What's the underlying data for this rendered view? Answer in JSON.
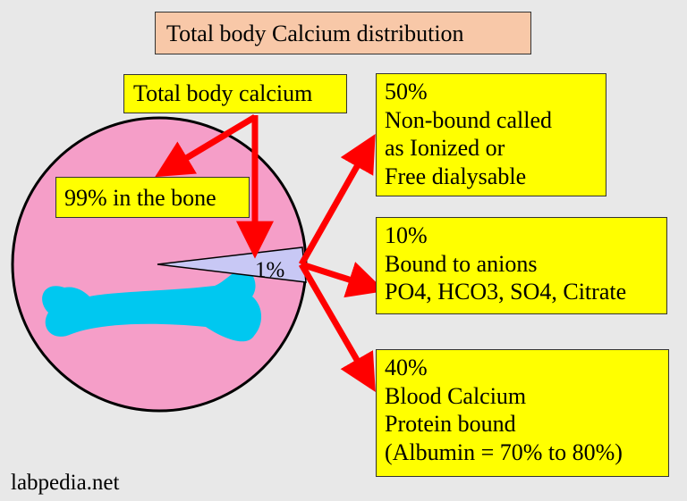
{
  "title": "Total body Calcium distribution",
  "total_label": "Total body calcium",
  "bone_label": "99% in the bone",
  "slice_label": "1%",
  "boxes": [
    {
      "lines": [
        "50%",
        "Non-bound called",
        "as Ionized or",
        "Free dialysable"
      ]
    },
    {
      "lines": [
        "10%",
        "Bound to anions",
        "PO4, HCO3, SO4, Citrate"
      ]
    },
    {
      "lines": [
        "40%",
        "Blood Calcium",
        "Protein bound",
        "(Albumin = 70% to 80%)"
      ]
    }
  ],
  "watermark": "labpedia.net",
  "colors": {
    "background": "#e8e8e8",
    "title_fill": "#f8c8a8",
    "box_fill": "#ffff00",
    "circle_fill": "#f59ec8",
    "bone_fill": "#00c8f0",
    "slice_fill": "#c8c8f5",
    "arrow": "#ff0000"
  }
}
